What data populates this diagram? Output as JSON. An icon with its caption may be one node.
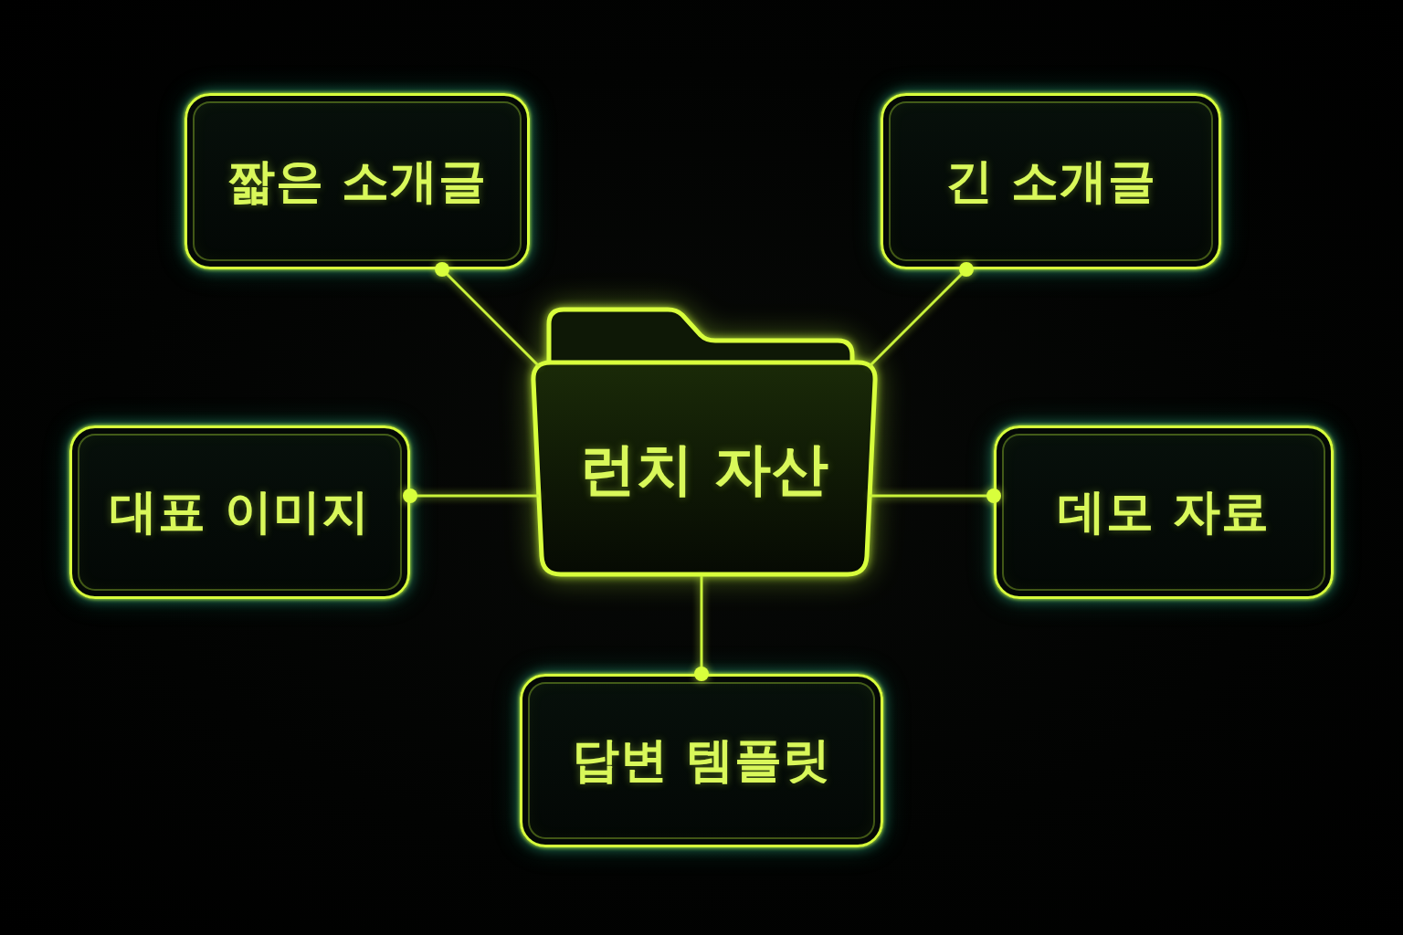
{
  "diagram": {
    "nodes": [
      {
        "text": [
          "짧은 소개글"
        ]
      },
      {
        "text": [
          "긴 소개글"
        ]
      },
      {
        "text": [
          "대표 이미지"
        ]
      },
      {
        "text": [
          "런치 자산"
        ]
      },
      {
        "text": [
          "데모 자료"
        ]
      },
      {
        "text": [
          "답변 템플릿"
        ]
      }
    ],
    "edges": [
      {
        "from": 3,
        "to": 0,
        "arrow": "other"
      },
      {
        "from": 3,
        "to": 1,
        "arrow": "other"
      },
      {
        "from": 3,
        "to": 2,
        "arrow": "other"
      },
      {
        "from": 3,
        "to": 4,
        "arrow": "other"
      },
      {
        "from": 3,
        "to": 5,
        "arrow": "other"
      }
    ]
  }
}
